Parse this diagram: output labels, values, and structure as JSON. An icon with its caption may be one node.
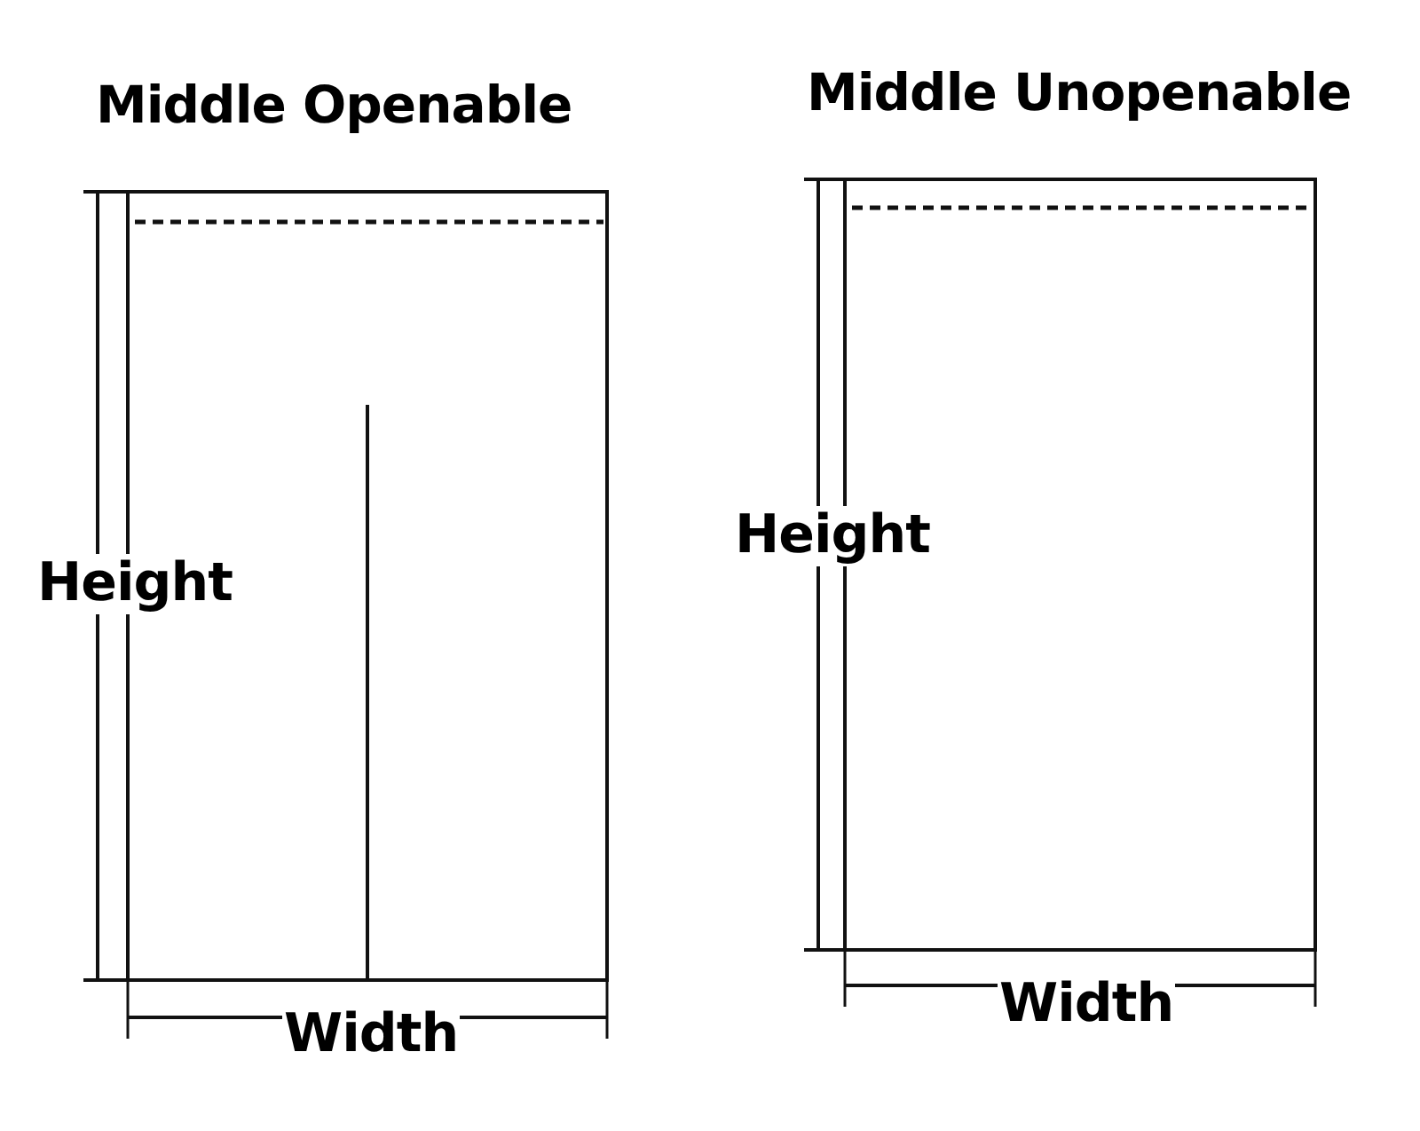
{
  "diagram": {
    "nodes": [
      {
        "text": [
          "Middle Openable"
        ]
      },
      {
        "text": [
          "Middle Unopenable"
        ]
      }
    ],
    "labels": [
      "Height",
      "Width",
      "Height",
      "Width"
    ]
  }
}
